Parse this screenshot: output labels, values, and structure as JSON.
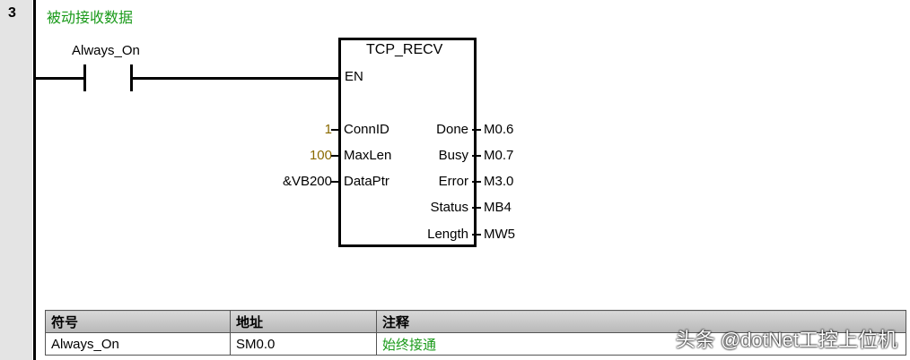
{
  "network": {
    "number": "3",
    "title": "被动接收数据"
  },
  "contact": {
    "label": "Always_On"
  },
  "block": {
    "name": "TCP_RECV",
    "en": "EN",
    "inputs": [
      {
        "pin": "ConnID",
        "value": "1"
      },
      {
        "pin": "MaxLen",
        "value": "100"
      },
      {
        "pin": "DataPtr",
        "value": "&VB200"
      }
    ],
    "outputs": [
      {
        "pin": "Done",
        "value": "M0.6"
      },
      {
        "pin": "Busy",
        "value": "M0.7"
      },
      {
        "pin": "Error",
        "value": "M3.0"
      },
      {
        "pin": "Status",
        "value": "MB4"
      },
      {
        "pin": "Length",
        "value": "MW5"
      }
    ]
  },
  "symbol_table": {
    "headers": [
      "符号",
      "地址",
      "注释"
    ],
    "rows": [
      [
        "Always_On",
        "SM0.0",
        "始终接通"
      ]
    ]
  },
  "watermark": "头条 @dotNet工控上位机"
}
